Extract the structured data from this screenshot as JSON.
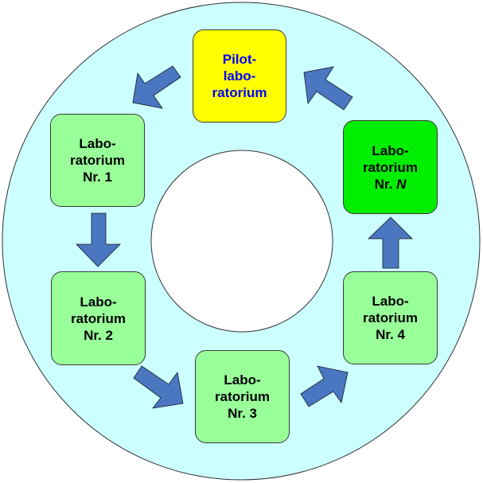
{
  "diagram": {
    "type": "cycle",
    "colors": {
      "ring": "#ccffff",
      "hole": "#ffffff",
      "arrow": "#4a77c0",
      "outline": "#333333",
      "pilot_fill": "#ffff00",
      "pilot_text": "#0000ff",
      "lab_fill": "#99ff99",
      "lab_active_fill": "#00ee00",
      "lab_text": "#000000"
    },
    "nodes": [
      {
        "id": "pilot",
        "lines": [
          "Pilot-",
          "labo-",
          "ratorium"
        ],
        "style": "pilot"
      },
      {
        "id": "lab1",
        "lines": [
          "Labo-",
          "ratorium",
          "Nr. 1"
        ],
        "style": "lab"
      },
      {
        "id": "lab2",
        "lines": [
          "Labo-",
          "ratorium",
          "Nr. 2"
        ],
        "style": "lab"
      },
      {
        "id": "lab3",
        "lines": [
          "Labo-",
          "ratorium",
          "Nr. 3"
        ],
        "style": "lab"
      },
      {
        "id": "lab4",
        "lines": [
          "Labo-",
          "ratorium",
          "Nr. 4"
        ],
        "style": "lab"
      },
      {
        "id": "labN",
        "lines": [
          "Labo-",
          "ratorium",
          "Nr. ",
          "N"
        ],
        "style": "lab_active"
      }
    ],
    "edges": [
      {
        "from": "pilot",
        "to": "lab1"
      },
      {
        "from": "lab1",
        "to": "lab2"
      },
      {
        "from": "lab2",
        "to": "lab3"
      },
      {
        "from": "lab3",
        "to": "lab4"
      },
      {
        "from": "lab4",
        "to": "labN"
      },
      {
        "from": "labN",
        "to": "pilot"
      }
    ]
  }
}
